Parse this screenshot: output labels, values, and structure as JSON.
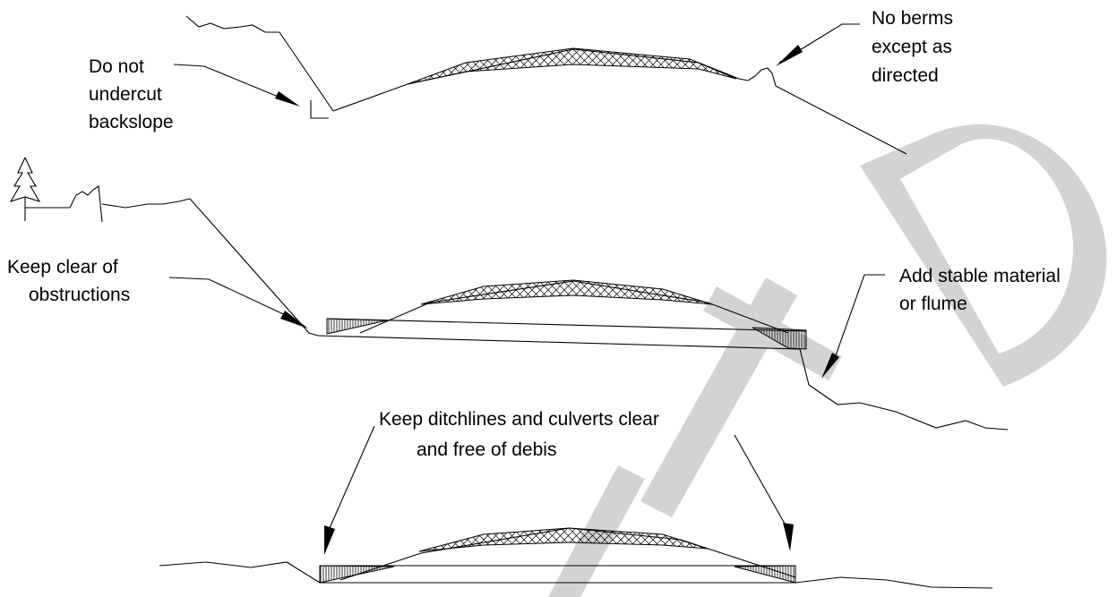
{
  "watermark": {
    "text": "OBSOLETED",
    "color": "#d3d3d3"
  },
  "sections": {
    "top": {
      "labels": {
        "undercut": [
          "Do not",
          "undercut",
          "backslope"
        ],
        "berms": [
          "No berms",
          "except as",
          "directed"
        ]
      }
    },
    "middle": {
      "labels": {
        "obstructions": [
          "Keep clear of",
          "obstructions"
        ],
        "stable": [
          "Add stable material",
          "or flume"
        ]
      }
    },
    "bottom": {
      "labels": {
        "ditchlines": [
          "Keep ditchlines and culverts clear",
          "and free of debis"
        ]
      }
    }
  },
  "icons": [
    "tree-icon"
  ],
  "colors": {
    "ink": "#000000",
    "watermark": "#d3d3d3"
  }
}
